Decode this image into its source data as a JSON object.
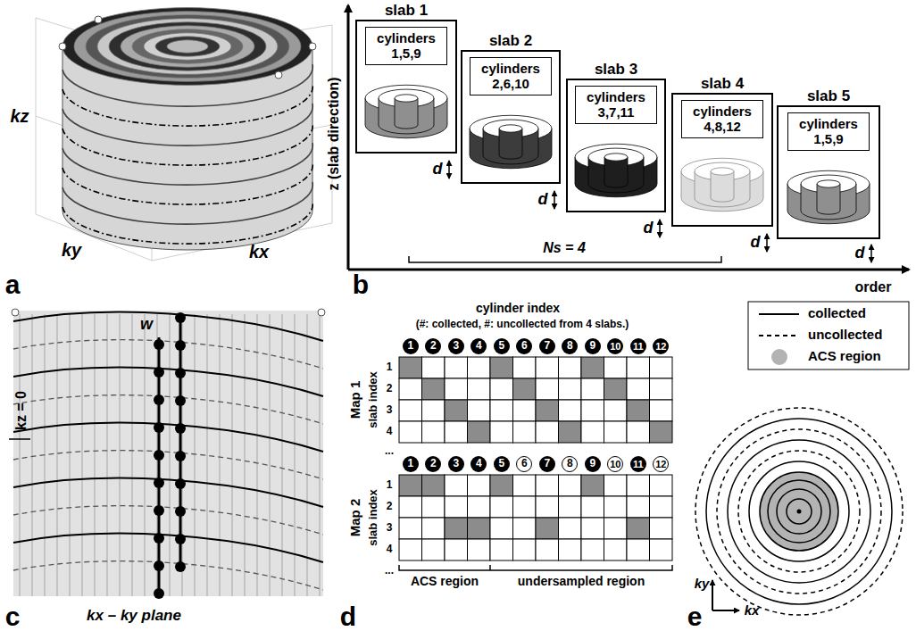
{
  "diagram": {
    "nodes": [
      {
        "text": [
          "slab 1",
          "cylinders 1,5,9"
        ]
      },
      {
        "text": [
          "slab 2",
          "cylinders 2,6,10"
        ]
      },
      {
        "text": [
          "slab 3",
          "cylinders 3,7,11"
        ]
      },
      {
        "text": [
          "slab 4",
          "cylinders 4,8,12"
        ]
      },
      {
        "text": [
          "slab 5",
          "cylinders 1,5,9"
        ]
      }
    ],
    "labels": [
      "a",
      "b",
      "c",
      "d",
      "e",
      "kz",
      "ky",
      "kx",
      "z (slab direction)",
      "order",
      "d",
      "d",
      "d",
      "d",
      "d",
      "Ns = 4",
      "w",
      "kz = 0",
      "kx – ky plane",
      "cylinder index",
      "(#: collected, #: uncollected from 4 slabs.)",
      "1",
      "2",
      "3",
      "4",
      "5",
      "6",
      "7",
      "8",
      "9",
      "10",
      "11",
      "12",
      "Map 1",
      "slab index",
      "1",
      "2",
      "3",
      "4",
      "...",
      "1",
      "2",
      "3",
      "4",
      "5",
      "6",
      "7",
      "8",
      "9",
      "10",
      "11",
      "12",
      "Map 2",
      "slab index",
      "1",
      "2",
      "3",
      "4",
      "...",
      "ACS region",
      "undersampled region",
      "ky",
      "kx"
    ],
    "legend": [
      {
        "text": "collected"
      },
      {
        "text": "uncollected"
      },
      {
        "text": "ACS region",
        "color": "#b3b3b3"
      }
    ]
  }
}
